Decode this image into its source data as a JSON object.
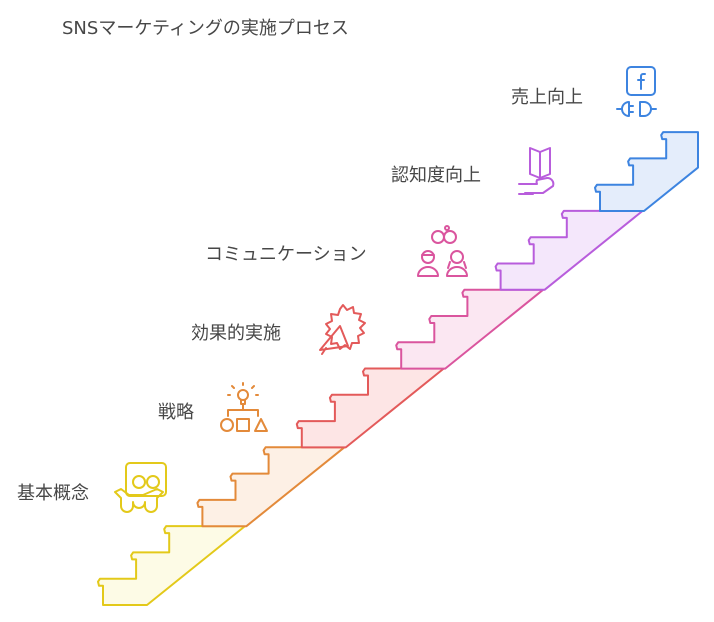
{
  "title": "SNSマーケティングの実施プロセス",
  "steps": [
    {
      "label": "基本概念",
      "icon": "reading-person-icon",
      "stroke": "#e3c91a",
      "fill": "#fdfbe6"
    },
    {
      "label": "戦略",
      "icon": "strategy-shapes-icon",
      "stroke": "#e38a3a",
      "fill": "#fdf0e5"
    },
    {
      "label": "効果的実施",
      "icon": "megaphone-icon",
      "stroke": "#e35a5a",
      "fill": "#fde5e5"
    },
    {
      "label": "コミュニケーション",
      "icon": "people-communication-icon",
      "stroke": "#da559e",
      "fill": "#fbe7f2"
    },
    {
      "label": "認知度向上",
      "icon": "book-in-hand-icon",
      "stroke": "#b85ddc",
      "fill": "#f4e7fb"
    },
    {
      "label": "売上向上",
      "icon": "facebook-plug-icon",
      "stroke": "#3d84e0",
      "fill": "#e4edfb"
    }
  ]
}
